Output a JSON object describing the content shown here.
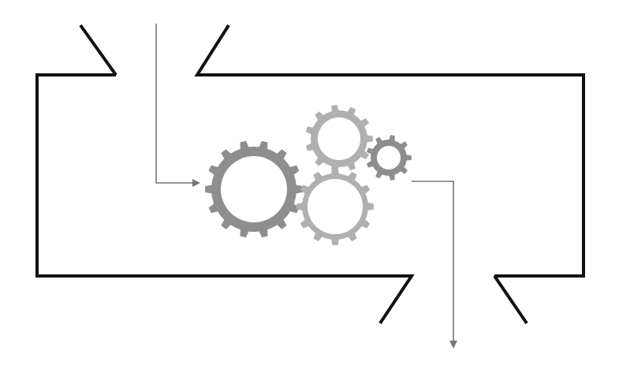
{
  "diagram": {
    "nodes": [
      {
        "kind": "container-box",
        "icon": "box-outline"
      },
      {
        "kind": "gear",
        "icon": "large-gear-icon",
        "color": "#8e8e8e"
      },
      {
        "kind": "gear",
        "icon": "medium-gear-top-icon",
        "color": "#b0b0b0"
      },
      {
        "kind": "gear",
        "icon": "small-gear-icon",
        "color": "#8e8e8e"
      },
      {
        "kind": "gear",
        "icon": "medium-gear-bottom-icon",
        "color": "#b0b0b0"
      }
    ],
    "flows": [
      {
        "direction": "in",
        "icon": "input-arrow-icon"
      },
      {
        "direction": "out",
        "icon": "output-arrow-icon"
      }
    ]
  },
  "colors": {
    "outline": "#111111",
    "arrow": "#777777",
    "gear_dark": "#8e8e8e",
    "gear_light": "#b0b0b0",
    "background": "#ffffff"
  }
}
